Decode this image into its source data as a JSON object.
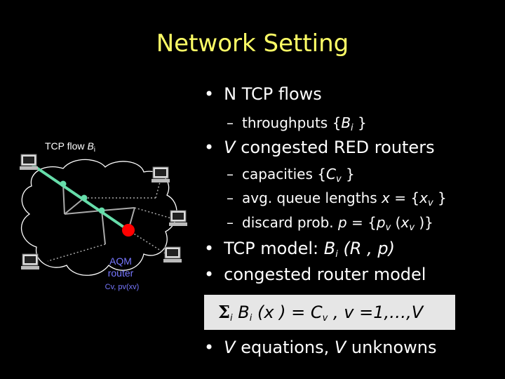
{
  "title": "Network Setting",
  "bullets": {
    "b1": "N TCP flows",
    "b1_sub1_pre": "throughputs {",
    "b1_sub1_var": "B",
    "b1_sub1_sub": "i",
    "b1_sub1_post": " }",
    "b2_var": "V",
    "b2_text": " congested RED routers",
    "b2_sub1_pre": "capacities {",
    "b2_sub1_var": "C",
    "b2_sub1_sub": "v",
    "b2_sub1_post": " }",
    "b2_sub2_pre": "avg. queue lengths ",
    "b2_sub2_x": "x",
    "b2_sub2_mid": " = {",
    "b2_sub2_var": "x",
    "b2_sub2_sub": "v",
    "b2_sub2_post": " }",
    "b2_sub3_pre": "discard prob. ",
    "b2_sub3_p": "p",
    "b2_sub3_mid": " = {",
    "b2_sub3_var": "p",
    "b2_sub3_sub": "v",
    "b2_sub3_paren": " (",
    "b2_sub3_x": "x",
    "b2_sub3_xsub": "v",
    "b2_sub3_post": " )}",
    "b3_pre": "TCP model:  ",
    "b3_var": "B",
    "b3_sub": "i",
    "b3_args": " (R , p)",
    "b4": "congested router model",
    "b5_v1": "V",
    "b5_mid": " equations, ",
    "b5_v2": "V",
    "b5_post": " unknowns"
  },
  "bullet_symbol": "•",
  "dash_symbol": "–",
  "equation": {
    "sigma": "Σ",
    "sigma_sub": "i",
    "B": "B",
    "B_sub": "i",
    "args": " (x ) = ",
    "C": "C",
    "C_sub": "v",
    "tail": " ,  v =1,…,V"
  },
  "diagram": {
    "flow_label_pre": "TCP flow ",
    "flow_label_var": "B",
    "flow_label_sub": "i",
    "aqm_line1": "AQM",
    "aqm_line2": "router",
    "aqm_params": "Cv, pv(xv)"
  },
  "colors": {
    "title": "#ffff66",
    "flow_line": "#66ddaa",
    "router_red": "#ff0000",
    "aqm_label": "#7777ff",
    "eq_box": "#e6e6e6"
  }
}
